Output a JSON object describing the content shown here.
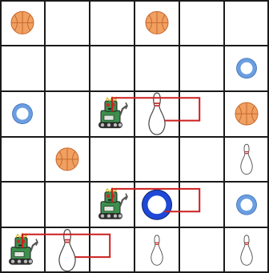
{
  "board": {
    "columns": 6,
    "rows": 6,
    "background": "#ffffff",
    "line_color": "#1a1a1a"
  },
  "colors": {
    "basketball": "#f0a060",
    "basketball_seam": "#c8692f",
    "ring_light": "#6a9ee0",
    "ring_dark": "#1f48d6",
    "robot_body": "#3c8f4c",
    "robot_dark": "#2f2f2f",
    "pin": "#ffffff",
    "pin_stripe": "#d03030",
    "path": "#cc1f1f"
  },
  "pieces": [
    {
      "kind": "basketball",
      "col": 0,
      "row": 0
    },
    {
      "kind": "basketball",
      "col": 3,
      "row": 0
    },
    {
      "kind": "ring",
      "variant": "light",
      "col": 5,
      "row": 1
    },
    {
      "kind": "ring",
      "variant": "light",
      "col": 0,
      "row": 2
    },
    {
      "kind": "robot",
      "col": 2,
      "row": 2
    },
    {
      "kind": "pin",
      "variant": "large",
      "col": 3,
      "row": 2
    },
    {
      "kind": "basketball",
      "col": 5,
      "row": 2
    },
    {
      "kind": "basketball",
      "col": 1,
      "row": 3
    },
    {
      "kind": "pin",
      "variant": "small",
      "col": 5,
      "row": 3
    },
    {
      "kind": "robot",
      "col": 2,
      "row": 4
    },
    {
      "kind": "ring",
      "variant": "dark",
      "col": 3,
      "row": 4
    },
    {
      "kind": "ring",
      "variant": "light",
      "col": 5,
      "row": 4
    },
    {
      "kind": "robot",
      "col": 0,
      "row": 5
    },
    {
      "kind": "pin",
      "variant": "large",
      "col": 1,
      "row": 5
    },
    {
      "kind": "pin",
      "variant": "small",
      "col": 3,
      "row": 5
    },
    {
      "kind": "pin",
      "variant": "small",
      "col": 5,
      "row": 5
    }
  ],
  "paths": [
    {
      "from": {
        "col": 2,
        "row": 2
      },
      "to": {
        "col": 3,
        "row": 2
      }
    },
    {
      "from": {
        "col": 2,
        "row": 4
      },
      "to": {
        "col": 3,
        "row": 4
      }
    },
    {
      "from": {
        "col": 0,
        "row": 5
      },
      "to": {
        "col": 1,
        "row": 5
      }
    }
  ]
}
